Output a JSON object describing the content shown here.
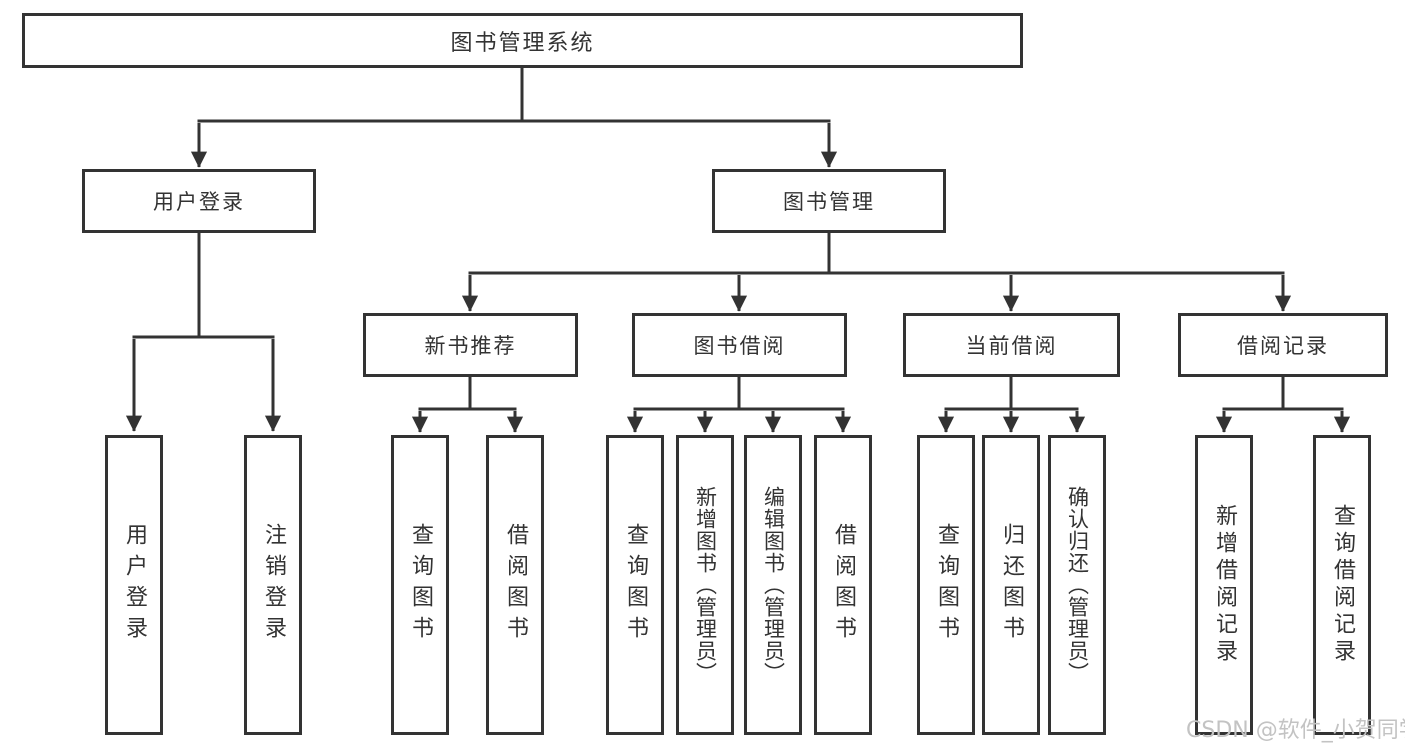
{
  "diagram_title": "图书管理系统",
  "tree": {
    "label": "图书管理系统",
    "children": [
      {
        "label": "用户登录",
        "children": [
          {
            "label": "用户登录"
          },
          {
            "label": "注销登录"
          }
        ]
      },
      {
        "label": "图书管理",
        "children": [
          {
            "label": "新书推荐",
            "children": [
              {
                "label": "查询图书"
              },
              {
                "label": "借阅图书"
              }
            ]
          },
          {
            "label": "图书借阅",
            "children": [
              {
                "label": "查询图书"
              },
              {
                "label": "新增图书（管理员）"
              },
              {
                "label": "编辑图书（管理员）"
              },
              {
                "label": "借阅图书"
              }
            ]
          },
          {
            "label": "当前借阅",
            "children": [
              {
                "label": "查询图书"
              },
              {
                "label": "归还图书"
              },
              {
                "label": "确认归还（管理员）"
              }
            ]
          },
          {
            "label": "借阅记录",
            "children": [
              {
                "label": "新增借阅记录"
              },
              {
                "label": "查询借阅记录"
              }
            ]
          }
        ]
      }
    ]
  },
  "watermark": {
    "text": "CSDN @软件_小贺同学"
  },
  "colors": {
    "line": "#333333",
    "box_border": "#333333",
    "text": "#333333",
    "background": "#ffffff",
    "watermark": "#c3c3c3"
  }
}
